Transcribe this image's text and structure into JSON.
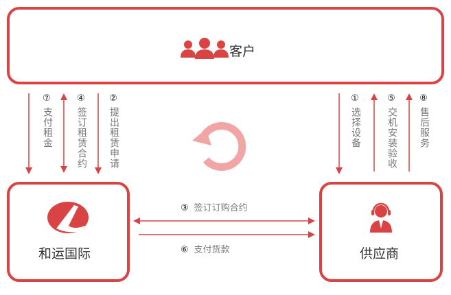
{
  "customer": {
    "label": "客户",
    "icon": "people-icon"
  },
  "company": {
    "label": "和运国际",
    "icon": "logo-icon"
  },
  "supplier": {
    "label": "供应商",
    "icon": "support-agent-icon"
  },
  "steps": [
    {
      "num": "①",
      "text": "选择设备"
    },
    {
      "num": "②",
      "text": "提出租赁申请"
    },
    {
      "num": "③",
      "text": "签订订购合约"
    },
    {
      "num": "④",
      "text": "签订租赁合约"
    },
    {
      "num": "⑤",
      "text": "交机安装验收"
    },
    {
      "num": "⑥",
      "text": "支付货款"
    },
    {
      "num": "⑦",
      "text": "支付租金"
    },
    {
      "num": "⑧",
      "text": "售后服务"
    }
  ],
  "colors": {
    "accent": "#d94343",
    "cycle": "#f2a5a5"
  }
}
